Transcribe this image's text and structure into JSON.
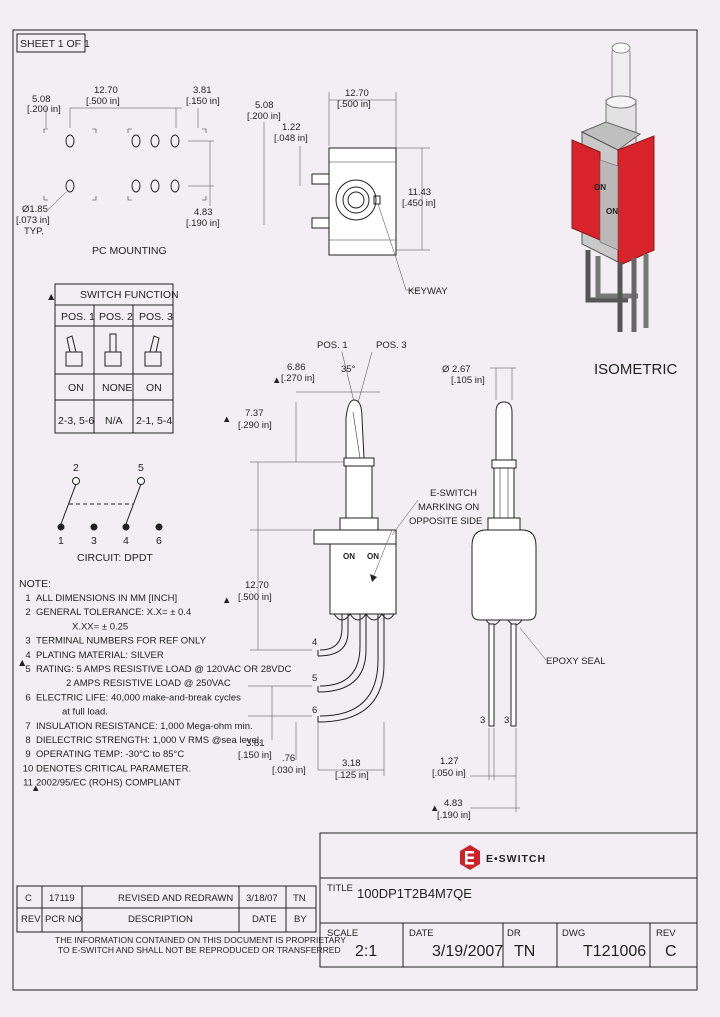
{
  "sheet_label": "SHEET 1 OF 1",
  "pc_mounting": {
    "title": "PC MOUNTING",
    "dim_left_top": [
      "5.08",
      "[.200 in]"
    ],
    "dim_center_top": [
      "12.70",
      "[.500 in]"
    ],
    "dim_right_top": [
      "3.81",
      "[.150 in]"
    ],
    "dim_hole": [
      "Ø1.85",
      "[.073 in]",
      "TYP."
    ],
    "dim_right_side": [
      "4.83",
      "[.190 in]"
    ]
  },
  "side_view": {
    "dim_top_width": [
      "12.70",
      "[.500 in]"
    ],
    "dim_left": [
      "5.08",
      "[.200 in]"
    ],
    "dim_keyway": [
      "1.22",
      "[.048 in]"
    ],
    "dim_height": [
      "11.43",
      "[.450 in]"
    ],
    "keyway_label": "KEYWAY"
  },
  "isometric": {
    "label": "ISOMETRIC",
    "marking": "ON"
  },
  "switch_function": {
    "title": "SWITCH FUNCTION",
    "headers": [
      "POS. 1",
      "POS. 2",
      "POS. 3"
    ],
    "states": [
      "ON",
      "NONE",
      "ON"
    ],
    "connections": [
      "2-3, 5-6",
      "N/A",
      "2-1, 5-4"
    ]
  },
  "circuit": {
    "label": "CIRCUIT: DPDT",
    "terminals_top": [
      "2",
      "5"
    ],
    "terminals_bottom": [
      "1",
      "3",
      "4",
      "6"
    ]
  },
  "notes": {
    "title": "NOTE:",
    "items": [
      {
        "num": "1",
        "text": "ALL DIMENSIONS IN MM [INCH]"
      },
      {
        "num": "2",
        "text": "GENERAL TOLERANCE: X.X= ± 0.4"
      },
      {
        "num": "",
        "text": "X.XX= ± 0.25"
      },
      {
        "num": "3",
        "text": "TERMINAL NUMBERS FOR REF ONLY"
      },
      {
        "num": "4",
        "text": "PLATING MATERIAL: SILVER"
      },
      {
        "num": "5",
        "text": "RATING: 5 AMPS RESISTIVE LOAD @ 120VAC OR 28VDC"
      },
      {
        "num": "",
        "text": "2 AMPS RESISTIVE LOAD @ 250VAC"
      },
      {
        "num": "6",
        "text": "ELECTRIC LIFE: 40,000 make-and-break cycles"
      },
      {
        "num": "",
        "text": "at full load."
      },
      {
        "num": "7",
        "text": "INSULATION RESISTANCE: 1,000 Mega-ohm min."
      },
      {
        "num": "8",
        "text": "DIELECTRIC STRENGTH: 1,000 V RMS @sea level."
      },
      {
        "num": "9",
        "text": "OPERATING TEMP: -30°C to 85°C"
      },
      {
        "num": "10",
        "text": "DENOTES CRITICAL PARAMETER."
      },
      {
        "num": "11",
        "text": "2002/95/EC (ROHS) COMPLIANT"
      }
    ]
  },
  "front_view": {
    "pos1": "POS. 1",
    "pos3": "POS. 3",
    "angle": "35°",
    "dim_lever_width": [
      "6.86",
      "[.270 in]"
    ],
    "dim_lever": [
      "7.37",
      "[.290 in]"
    ],
    "dim_body": [
      "12.70",
      "[.500 in]"
    ],
    "dim_pin_left": [
      "3.81",
      "[.150 in]"
    ],
    "dim_pin_thick": [
      ".76",
      "[.030 in]"
    ],
    "dim_pin_pitch": [
      "3.18",
      "[.125 in]"
    ],
    "label_marking": [
      "E-SWITCH",
      "MARKING ON",
      "OPPOSITE SIDE"
    ],
    "marking_on": "ON",
    "terminal_numbers": [
      "4",
      "5",
      "6"
    ]
  },
  "end_view": {
    "dim_diameter": [
      "Ø 2.67",
      "[.105 in]"
    ],
    "dim_pin_gap": [
      "1.27",
      "[.050 in]"
    ],
    "dim_pin_span": [
      "4.83",
      "[.190 in]"
    ],
    "epoxy_label": "EPOXY SEAL",
    "terminal_numbers": [
      "3",
      "3"
    ]
  },
  "brand": "E•SWITCH",
  "revision_table": {
    "row": {
      "rev": "C",
      "pcr": "17119",
      "description": "REVISED AND REDRAWN",
      "date": "3/18/07",
      "by": "TN"
    },
    "headers": {
      "rev": "REV",
      "pcr": "PCR NO",
      "description": "DESCRIPTION",
      "date": "DATE",
      "by": "BY"
    },
    "disclaimer": [
      "THE INFORMATION CONTAINED ON THIS DOCUMENT IS PROPRIETARY",
      "TO E-SWITCH AND SHALL NOT BE REPRODUCED OR TRANSFERRED"
    ]
  },
  "title_block": {
    "title_label": "TITLE",
    "title_value": "100DP1T2B4M7QE",
    "scale_label": "SCALE",
    "scale_value": "2:1",
    "date_label": "DATE",
    "date_value": "3/19/2007",
    "dr_label": "DR",
    "dr_value": "TN",
    "dwg_label": "DWG",
    "dwg_value": "T121006",
    "rev_label": "REV",
    "rev_value": "C"
  },
  "colors": {
    "isometric_red": "#d8232a",
    "brand_red": "#cc2229",
    "background": "#f3eef3"
  }
}
